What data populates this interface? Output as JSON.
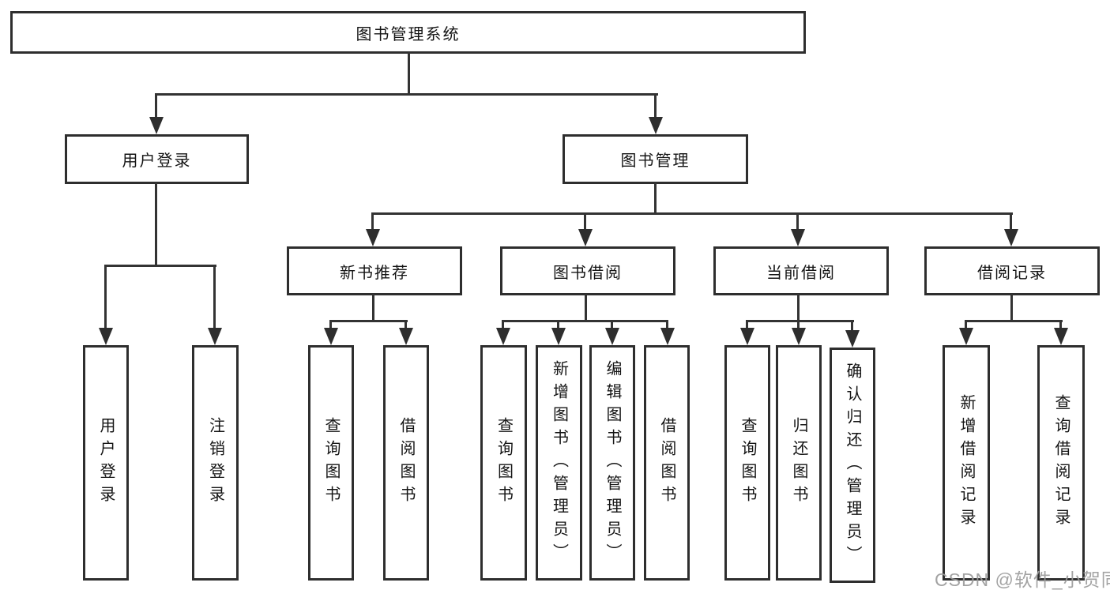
{
  "tree": {
    "root": "图书管理系统",
    "branches": [
      {
        "label": "用户登录",
        "children": [
          "用户登录",
          "注销登录"
        ]
      },
      {
        "label": "图书管理",
        "modules": [
          {
            "label": "新书推荐",
            "children": [
              "查询图书",
              "借阅图书"
            ]
          },
          {
            "label": "图书借阅",
            "children": [
              "查询图书",
              "新增图书（管理员）",
              "编辑图书（管理员）",
              "借阅图书"
            ]
          },
          {
            "label": "当前借阅",
            "children": [
              "查询图书",
              "归还图书",
              "确认归还（管理员）"
            ]
          },
          {
            "label": "借阅记录",
            "children": [
              "新增借阅记录",
              "查询借阅记录"
            ]
          }
        ]
      }
    ]
  },
  "watermark": "CSDN @软件_小贺同学",
  "colors": {
    "line": "#333333",
    "box_border": "#2e2e2e",
    "text": "#141414",
    "watermark": "#9b9b9b",
    "background": "#ffffff"
  }
}
